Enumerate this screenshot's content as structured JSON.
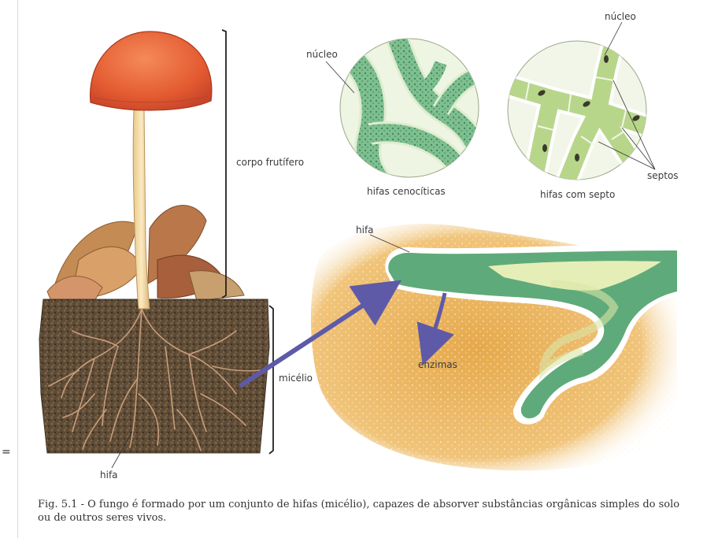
{
  "labels": {
    "corpo_frutifero": "corpo frutífero",
    "micelio": "micélio",
    "hifa_bottom": "hifa",
    "nucleo_left": "núcleo",
    "nucleo_right": "núcleo",
    "hifas_cenociticas": "hifas cenocíticas",
    "hifas_com_septo": "hifas com septo",
    "septos": "septos",
    "hifa_top": "hifa",
    "enzimas": "enzimas"
  },
  "caption": "Fig. 5.1 - O fungo é formado por um conjunto de hifas (micélio), capazes de absorver substâncias orgânicas simples do solo ou de outros seres vivos.",
  "margin_mark": "=",
  "colors": {
    "cap": "#e8643a",
    "stem": "#f2dca0",
    "soil": "#5a4a36",
    "hypha_green": "#5fae80",
    "medium": "#e8b25a",
    "arrow": "#5e5aa8"
  }
}
